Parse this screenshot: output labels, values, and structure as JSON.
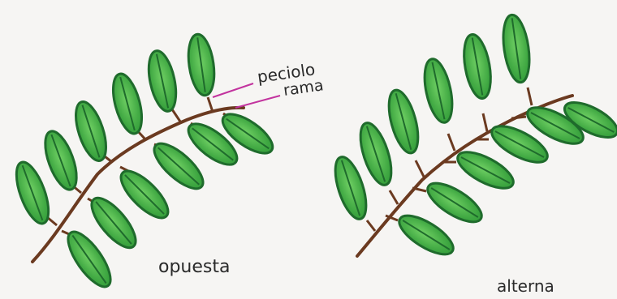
{
  "labels": {
    "petiole": "peciolo",
    "branch": "rama",
    "opposite": "opuesta",
    "alternate": "alterna"
  },
  "colors": {
    "stem": "#6b3a20",
    "leaf_fill": "#3aa63c",
    "leaf_light": "#6fcf63",
    "leaf_edge": "#1f6b2c",
    "pointer": "#c2339e",
    "background": "#f6f5f3"
  }
}
